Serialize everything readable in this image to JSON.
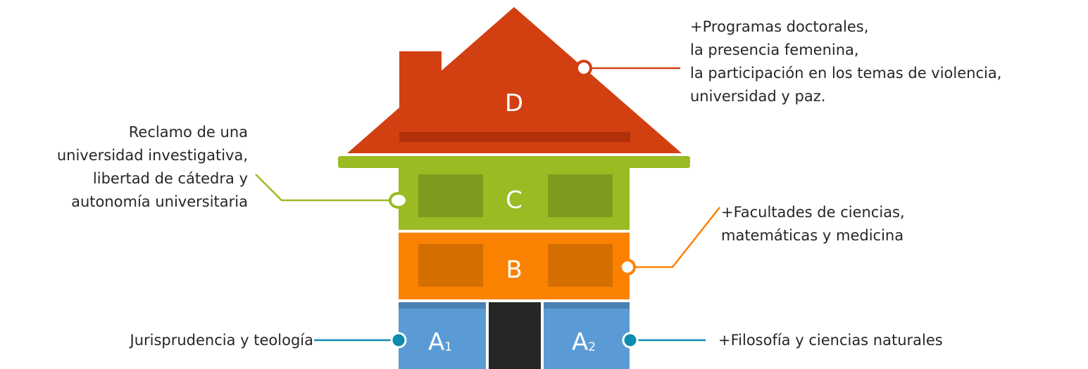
{
  "house": {
    "level_d": {
      "label": "D",
      "color": "#d24012"
    },
    "level_c": {
      "label": "C",
      "color": "#9bbb25"
    },
    "level_b": {
      "label": "B",
      "color": "#fb8200"
    },
    "level_a1": {
      "label": "A",
      "subscript": "1",
      "color": "#5b9bd5"
    },
    "level_a2": {
      "label": "A",
      "subscript": "2",
      "color": "#5b9bd5"
    },
    "door_color": "#262626"
  },
  "annotations": {
    "d": {
      "lines": [
        "+Programas doctorales,",
        "la presencia femenina,",
        "la participación en los temas de violencia,",
        "universidad y paz."
      ]
    },
    "c": {
      "lines": [
        "Reclamo de una",
        "universidad investigativa,",
        "libertad de cátedra y",
        "autonomía universitaria"
      ]
    },
    "b": {
      "lines": [
        "+Facultades de ciencias,",
        "matemáticas y medicina"
      ]
    },
    "a1": {
      "text": "Jurisprudencia y teología"
    },
    "a2": {
      "text": "+Filosofía y ciencias naturales"
    }
  }
}
